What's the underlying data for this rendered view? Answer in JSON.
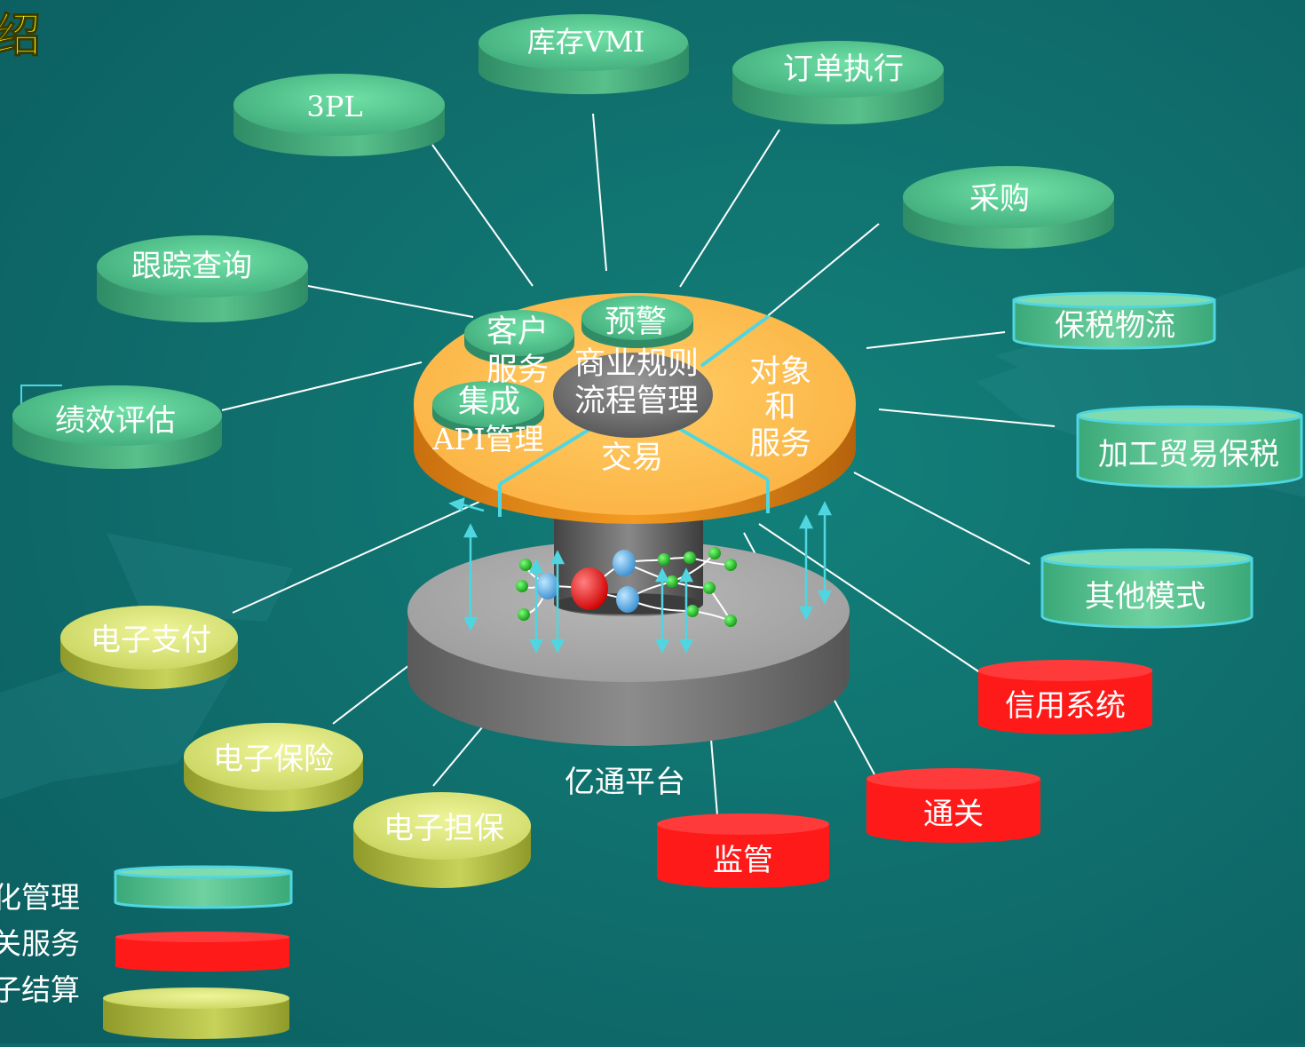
{
  "title_fragment": "绍",
  "platform_label": "亿通平台",
  "hub": {
    "center": [
      "商业规则",
      "流程管理"
    ],
    "bumps": {
      "warning": "预警",
      "customer_service": [
        "客户",
        "服务"
      ],
      "integration": "集成"
    },
    "api_label": "API管理",
    "trade_label": "交易",
    "objects_label": [
      "对象",
      "和",
      "服务"
    ]
  },
  "satellites": {
    "inventory": "库存VMI",
    "tpl": "3PL",
    "order": "订单执行",
    "purchase": "采购",
    "tracking": "跟踪查询",
    "performance": "绩效评估",
    "bonded_logistics": "保税物流",
    "processing_trade": "加工贸易保税",
    "other_modes": "其他模式",
    "credit_system": "信用系统",
    "customs": "通关",
    "supervision": "监管",
    "e_payment": "电子支付",
    "e_insurance": "电子保险",
    "e_guarantee": "电子担保"
  },
  "legend": [
    {
      "label": "化管理",
      "kind": "cyan"
    },
    {
      "label": "关服务",
      "kind": "red"
    },
    {
      "label": "子结算",
      "kind": "yellow"
    }
  ],
  "colors": {
    "background": "#0f6a6a",
    "green_disc": "#5fcf95",
    "orange_hub": "#fbb040",
    "red_disc": "#ff1a1a",
    "yellow_disc": "#dce87c",
    "title_yellow": "#ffff00"
  }
}
